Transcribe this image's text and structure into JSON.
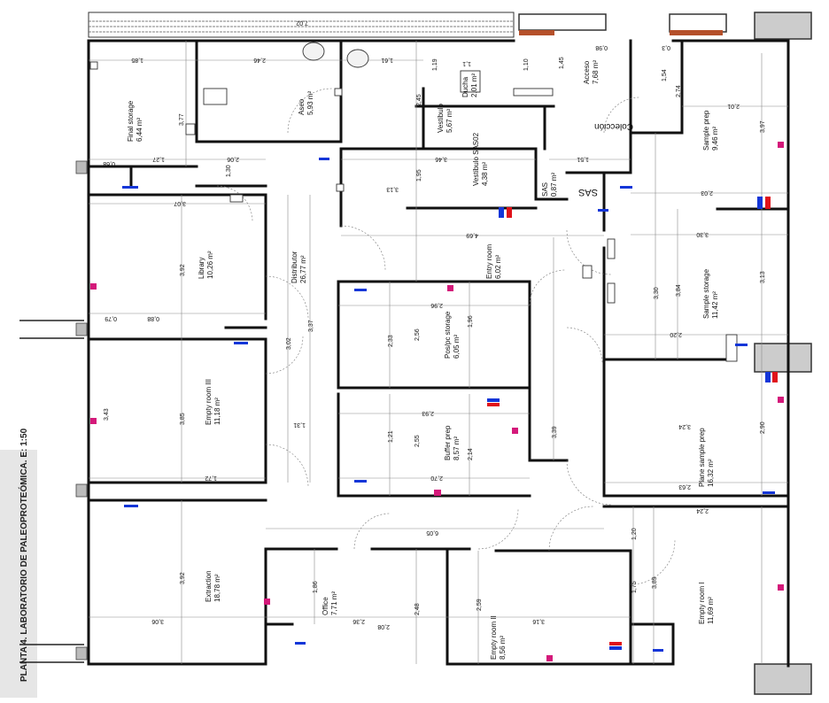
{
  "title": "PLANTA 4. LABORATORIO DE PALEOPROTEÓMICA. E: 1:50",
  "colors": {
    "pink": "#d4197a",
    "blue": "#1436d8",
    "red": "#e0121a",
    "brown": "#b5502a",
    "wall": "#111111"
  },
  "rooms": {
    "final_storage": {
      "name": "Final storage",
      "area": "6,44 m²"
    },
    "aseo": {
      "name": "Aseo",
      "area": "5,93 m²"
    },
    "vestibulo": {
      "name": "Vestíbulo",
      "area": "5,67 m²"
    },
    "ducha": {
      "name": "Ducha",
      "area": "2,01 m²"
    },
    "acceso": {
      "name": "Acceso",
      "area": "7,68 m²"
    },
    "sample_prep": {
      "name": "Sample prep",
      "area": "9,46 m²"
    },
    "vestibulo_sas": {
      "name": "Vestíbulo SAS02",
      "area": "4,38 m²"
    },
    "sas": {
      "name": "SAS",
      "area": "0,87 m²"
    },
    "library": {
      "name": "Library",
      "area": "10,26 m²"
    },
    "distributor": {
      "name": "Distributor",
      "area": "26,77 m²"
    },
    "entry_room": {
      "name": "Entry room",
      "area": "6,02 m²"
    },
    "sample_storage": {
      "name": "Sample storage",
      "area": "11,42 m²"
    },
    "empty_room_iii": {
      "name": "Empty room III",
      "area": "11,18 m²"
    },
    "pcr_storage": {
      "name": "Pos/pc storage",
      "area": "6,05 m²"
    },
    "buffer_prep": {
      "name": "Buffer prep",
      "area": "8,57 m²"
    },
    "plane_sample_prep": {
      "name": "Plane sample prep",
      "area": "16,32 m²"
    },
    "extraction": {
      "name": "Extraction",
      "area": "18,78 m²"
    },
    "office": {
      "name": "Office",
      "area": "7,71 m²"
    },
    "empty_room_ii": {
      "name": "Empty room II",
      "area": "8,56 m²"
    },
    "empty_room_i": {
      "name": "Empty room I",
      "area": "11,69 m²"
    },
    "collection": {
      "name": "Colección"
    },
    "sas_label": {
      "name": "SAS"
    }
  },
  "dims": {
    "top_total": "7,02",
    "d1": "1,85",
    "d2": "2,46",
    "d3": "1,61",
    "d4": "1,1",
    "d5": "1,10",
    "d6": "1,45",
    "d7": "1,19",
    "d8": "2,45",
    "d9": "0,98",
    "d10": "0,3",
    "d11": "2,01",
    "d12": "2,74",
    "d13": "1,54",
    "d14": "3,77",
    "d15": "1,27",
    "d16": "2,06",
    "d17": "1,30",
    "d18": "3,46",
    "d19": "1,95",
    "d20": "1,51",
    "d21": "2,03",
    "d22": "3,97",
    "d23": "3,07",
    "d24": "3,13",
    "d25": "4,69",
    "d26": "3,30",
    "d27": "3,92",
    "d28": "2,96",
    "d29": "3,30",
    "d30": "3,84",
    "d31": "3,13",
    "d32": "2,20",
    "d33": "3,02",
    "d34": "3,37",
    "d35": "2,33",
    "d36": "2,56",
    "d37": "1,96",
    "d38": "2,93",
    "d39": "1,31",
    "d40": "3,39",
    "d41": "1,21",
    "d42": "2,55",
    "d43": "2,14",
    "d44": "3,24",
    "d45": "2,90",
    "d46": "3,43",
    "d47": "3,85",
    "d48": "1,72",
    "d49": "2,70",
    "d50": "2,63",
    "d51": "2,24",
    "d52": "6,05",
    "d53": "1,20",
    "d54": "3,92",
    "d55": "2,36",
    "d56": "2,48",
    "d57": "3,16",
    "d58": "1,75",
    "d59": "3,06",
    "d60": "2,08",
    "d61": "1,86",
    "d62": "2,59",
    "d63": "3,89",
    "d64": "0,68",
    "d65": "0,88",
    "d66": "0,79"
  }
}
